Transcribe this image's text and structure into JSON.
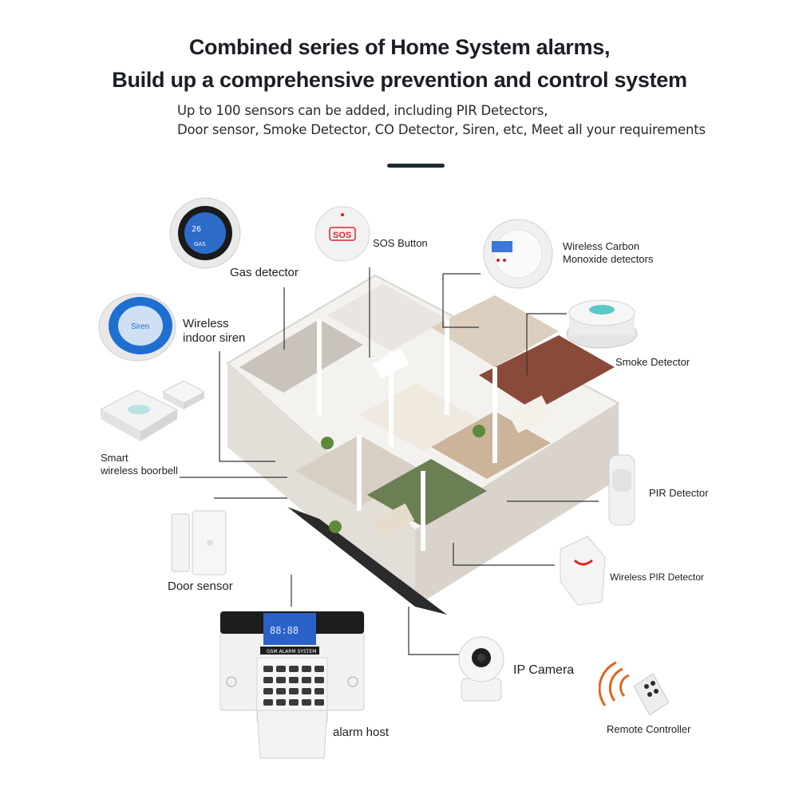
{
  "header": {
    "title_line1": "Combined series of Home System alarms,",
    "title_line2": "Build up a comprehensive prevention and control system",
    "subtitle_line1": "Up to 100 sensors can be added, including PIR Detectors,",
    "subtitle_line2": "Door sensor, Smoke Detector, CO Detector, Siren, etc, Meet all your requirements"
  },
  "devices": {
    "gas_detector": "Gas detector",
    "sos_button": "SOS Button",
    "co_detector_line1": "Wireless Carbon",
    "co_detector_line2": "Monoxide detectors",
    "indoor_siren_line1": "Wireless",
    "indoor_siren_line2": "indoor siren",
    "smoke_detector": "Smoke Detector",
    "doorbell_line1": "Smart",
    "doorbell_line2": "wireless boorbell",
    "pir_detector": "PIR Detector",
    "door_sensor": "Door sensor",
    "wireless_pir": "Wireless PIR Detector",
    "ip_camera": "IP Camera",
    "alarm_host": "alarm host",
    "remote_controller": "Remote Controller"
  },
  "device_text": {
    "sos_face": "SOS",
    "siren_face": "Siren",
    "gas_reading": "26",
    "gas_tag": "GAS",
    "host_panel": "GSM ALARM SYSTEM",
    "host_display": "88:88"
  },
  "colors": {
    "accent_blue": "#1f6fd1",
    "sos_red": "#d9262c",
    "remote_orange": "#e0641c"
  }
}
